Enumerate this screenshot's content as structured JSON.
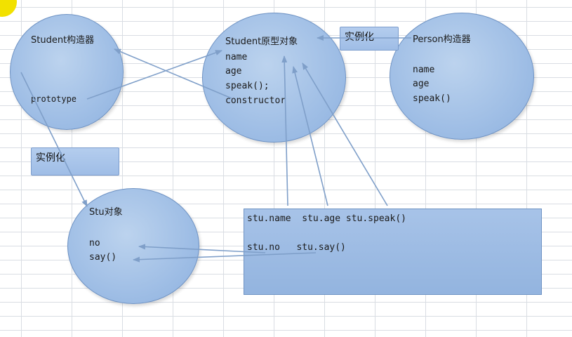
{
  "student_constructor": {
    "title": "Student构造器",
    "prototype_label": "prototype"
  },
  "student_prototype": {
    "title": "Student原型对象",
    "fields": [
      "name",
      "age",
      "speak();",
      "constructor"
    ]
  },
  "person_constructor": {
    "title": "Person构造器",
    "fields": [
      "name",
      "age",
      "speak()"
    ]
  },
  "stu_object": {
    "title": "Stu对象",
    "fields": [
      "no",
      "say()"
    ]
  },
  "instantiate_labels": {
    "top": "实例化",
    "left": "实例化"
  },
  "access_box": {
    "line1": "stu.name  stu.age stu.speak()",
    "line2": "stu.no   stu.say()"
  },
  "colors": {
    "shape_fill": "#9bbbe4",
    "shape_border": "#6f93c4",
    "arrow": "#7f9fc9"
  }
}
